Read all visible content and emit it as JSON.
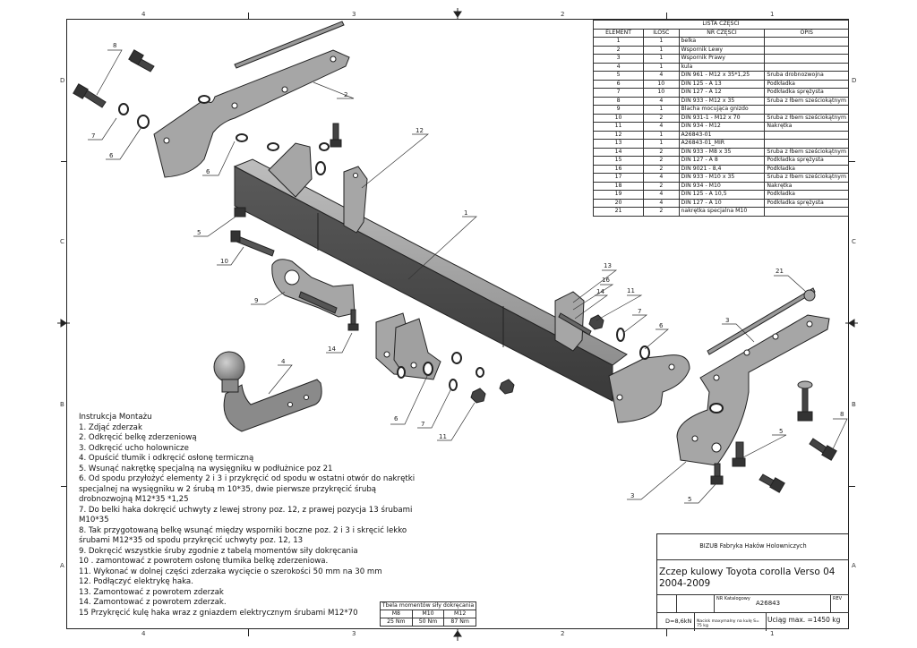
{
  "frame": {
    "columns": [
      "4",
      "3",
      "2",
      "1"
    ],
    "rows": [
      "D",
      "C",
      "B",
      "A"
    ]
  },
  "parts_list": {
    "title": "LISTA CZĘŚCI",
    "headers": [
      "ELEMENT",
      "ILOŚĆ",
      "NR CZĘŚCI",
      "OPIS"
    ],
    "rows": [
      {
        "element": "1",
        "qty": "1",
        "part": "belka",
        "desc": ""
      },
      {
        "element": "2",
        "qty": "1",
        "part": "Wspornik Lewy",
        "desc": ""
      },
      {
        "element": "3",
        "qty": "1",
        "part": "Wspornik Prawy",
        "desc": ""
      },
      {
        "element": "4",
        "qty": "1",
        "part": "kula",
        "desc": ""
      },
      {
        "element": "5",
        "qty": "4",
        "part": "DIN 961 - M12 x 35*1,25",
        "desc": "Śruba drobnozwojna"
      },
      {
        "element": "6",
        "qty": "10",
        "part": "DIN 125 - A 13",
        "desc": "Podkładka"
      },
      {
        "element": "7",
        "qty": "10",
        "part": "DIN 127 - A 12",
        "desc": "Podkładka sprężysta"
      },
      {
        "element": "8",
        "qty": "4",
        "part": "DIN 933 - M12  x 35",
        "desc": "Śruba z łbem sześciokątnym"
      },
      {
        "element": "9",
        "qty": "1",
        "part": "Blacha mocująca gnizdo",
        "desc": ""
      },
      {
        "element": "10",
        "qty": "2",
        "part": "DIN 931-1 - M12 x 70",
        "desc": "Śruba z łbem sześciokątnym"
      },
      {
        "element": "11",
        "qty": "4",
        "part": "DIN 934 - M12",
        "desc": "Nakrętka"
      },
      {
        "element": "12",
        "qty": "1",
        "part": "A26843-01",
        "desc": ""
      },
      {
        "element": "13",
        "qty": "1",
        "part": "A26843-01_MIR",
        "desc": ""
      },
      {
        "element": "14",
        "qty": "2",
        "part": "DIN 933 - M8  x 35",
        "desc": "Śruba z łbem sześciokątnym"
      },
      {
        "element": "15",
        "qty": "2",
        "part": "DIN 127 - A 8",
        "desc": "Podkładka sprężysta"
      },
      {
        "element": "16",
        "qty": "2",
        "part": "DIN 9021 - 8,4",
        "desc": "Podkładka"
      },
      {
        "element": "17",
        "qty": "4",
        "part": "DIN 933 - M10  x 35",
        "desc": "Śruba z łbem sześciokątnym"
      },
      {
        "element": "18",
        "qty": "2",
        "part": "DIN 934 - M10",
        "desc": "Nakrętka"
      },
      {
        "element": "19",
        "qty": "4",
        "part": "DIN 125 - A 10,5",
        "desc": "Podkładka"
      },
      {
        "element": "20",
        "qty": "4",
        "part": "DIN 127 - A 10",
        "desc": "Podkładka sprężysta"
      },
      {
        "element": "21",
        "qty": "2",
        "part": "nakrętka specjalna M10",
        "desc": ""
      }
    ]
  },
  "instructions": {
    "title": "Instrukcja Montażu",
    "steps": [
      "1. Zdjąć zderzak",
      "2. Odkręcić belkę zderzeniową",
      "3. Odkręcić ucho holownicze",
      "4. Opuścić tłumik i odkręcić osłonę termiczną",
      "5. Wsunąć nakrętkę specjalną na wysięgniku w podłużnice poz 21",
      "6. Od spodu przyłożyć elementy 2 i 3 i przykręcić od spodu w ostatni otwór do nakrętki specjalnej na wysięgniku w 2 śrubą m 10*35, dwie pierwsze przykręcić śrubą drobnozwojną M12*35 *1,25",
      "7. Do belki haka dokręcić uchwyty z lewej strony poz. 12, z prawej pozycja 13 śrubami M10*35",
      "8. Tak przygotowaną belkę wsunąć między wsporniki boczne poz. 2 i 3  i skręcić lekko śrubami M12*35  od spodu  przykręcić uchwyty poz. 12, 13",
      "9. Dokręcić wszystkie śruby zgodnie z tabelą momentów siły dokręcania",
      "10 . zamontować z powrotem osłonę tłumika belkę zderzeniowa.",
      "11. Wykonać w dolnej części zderzaka wycięcie o szerokości 50 mm na 30 mm",
      "12. Podłączyć elektrykę haka.",
      "13. Zamontować z powrotem zderzak",
      "14. Zamontować z powrotem zderzak.",
      "15 Przykręcić kulę haka wraz z gniazdem elektrycznym śrubami M12*70"
    ]
  },
  "torque_table": {
    "title": "Tbela momentów siły dokręcania",
    "sizes": [
      "M8",
      "M10",
      "M12"
    ],
    "values": [
      "25 Nm",
      "50 Nm",
      "87 Nm"
    ]
  },
  "title_block": {
    "company": "BIZUB Fabryka Haków Holowniczych",
    "title_line1": "Zczep kulowy Toyota corolla Verso 04",
    "title_line2": "2004-2009",
    "catalog_label": "NR Katalogowy",
    "catalog_number": "A26843",
    "rev_label": "REV",
    "d_value": "D=8,6kN",
    "vertical_load": "Nacisk maxymalny na kulę S= 75 kg",
    "max_tow": "Uciąg max. =1450 kg"
  },
  "callouts": [
    "8",
    "2",
    "7",
    "6",
    "6",
    "12",
    "5",
    "10",
    "1",
    "9",
    "14",
    "4",
    "6",
    "7",
    "11",
    "13",
    "16",
    "14",
    "11",
    "7",
    "6",
    "21",
    "3",
    "3",
    "5",
    "5",
    "8"
  ]
}
